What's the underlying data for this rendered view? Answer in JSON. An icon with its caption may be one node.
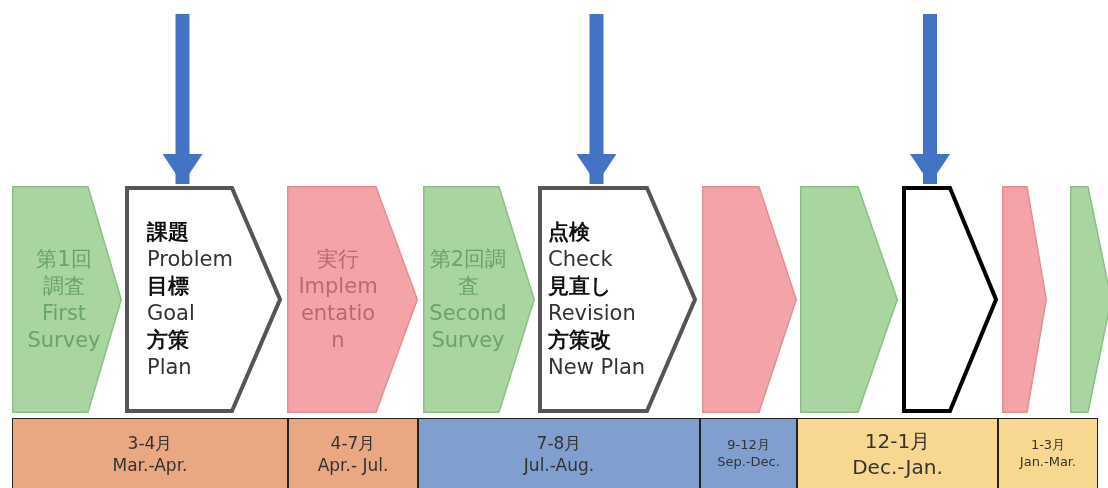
{
  "diagram": {
    "nodes": [
      {
        "text": [
          "第1回調査",
          "First Survey"
        ]
      },
      {
        "text": [
          "課題",
          "Problem",
          "目標",
          "Goal",
          "方策",
          "Plan"
        ]
      },
      {
        "text": [
          "実行",
          "Implementation"
        ]
      },
      {
        "text": [
          "第2回調査",
          "Second Survey"
        ]
      },
      {
        "text": [
          "点検",
          "Check",
          "見直し",
          "Revision",
          "方策改",
          "New Plan"
        ]
      },
      {
        "text": [],
        "shape": "chevron"
      },
      {
        "text": [],
        "shape": "chevron"
      },
      {
        "text": [],
        "shape": "chevron"
      },
      {
        "text": [],
        "shape": "chevron"
      },
      {
        "text": [],
        "shape": "chevron"
      },
      {
        "text": [
          "3-4月",
          "Mar.-Apr."
        ]
      },
      {
        "text": [
          "4-7月",
          "Apr.- Jul."
        ]
      },
      {
        "text": [
          "7-8月",
          "Jul.-Aug."
        ]
      },
      {
        "text": [
          "9-12月",
          "Sep.-Dec."
        ]
      },
      {
        "text": [
          "12-1月",
          "Dec.-Jan."
        ]
      },
      {
        "text": [
          "1-3月",
          "Jan.-Mar."
        ]
      }
    ],
    "edges": [
      {
        "from": null,
        "to": 1,
        "arrow": "to"
      },
      {
        "from": null,
        "to": 4,
        "arrow": "to"
      },
      {
        "from": null,
        "to": 7,
        "arrow": "to"
      }
    ]
  }
}
